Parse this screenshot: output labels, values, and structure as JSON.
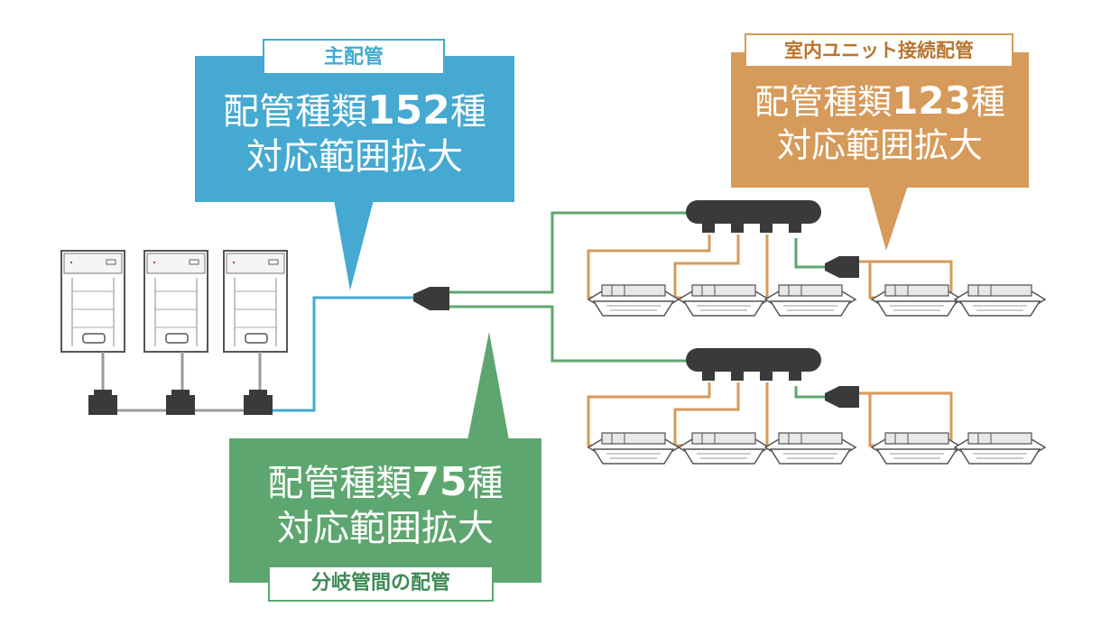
{
  "callouts": {
    "main": {
      "tag": "主配管",
      "line1_pre": "配管種類",
      "line1_num": "152",
      "line1_post": "種",
      "line2": "対応範囲拡大",
      "color": "#45a9d2"
    },
    "indoor": {
      "tag": "室内ユニット接続配管",
      "line1_pre": "配管種類",
      "line1_num": "123",
      "line1_post": "種",
      "line2": "対応範囲拡大",
      "color": "#d69a5a"
    },
    "branch": {
      "tag": "分岐管間の配管",
      "line1_pre": "配管種類",
      "line1_num": "75",
      "line1_post": "種",
      "line2": "対応範囲拡大",
      "color": "#5ea66f"
    }
  },
  "colors": {
    "main_pipe": "#45a9d2",
    "branch_pipe": "#5ea66f",
    "indoor_pipe": "#d69a5a",
    "header": "#3a3a3a",
    "unit_outline": "#555555",
    "connector_gray": "#9a9a9a"
  },
  "icons": {
    "outdoor_unit": "outdoor-unit-icon",
    "indoor_unit": "ceiling-cassette-icon",
    "branch_joint": "branch-joint-icon",
    "header": "branch-header-icon"
  }
}
